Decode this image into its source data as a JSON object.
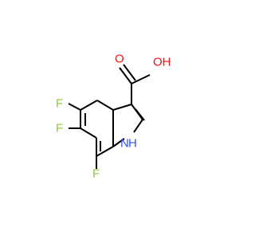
{
  "molecule": {
    "colors": {
      "bond": "#000000",
      "oxygen": "#ff0d0d",
      "fluorine": "#8fc63f",
      "nitrogen": "#3050f8"
    },
    "atoms": {
      "o_carbonyl": "O",
      "o_hydroxyl": "OH",
      "f5": "F",
      "f6": "F",
      "f7": "F",
      "nh": "H",
      "nh_n": "N"
    }
  }
}
